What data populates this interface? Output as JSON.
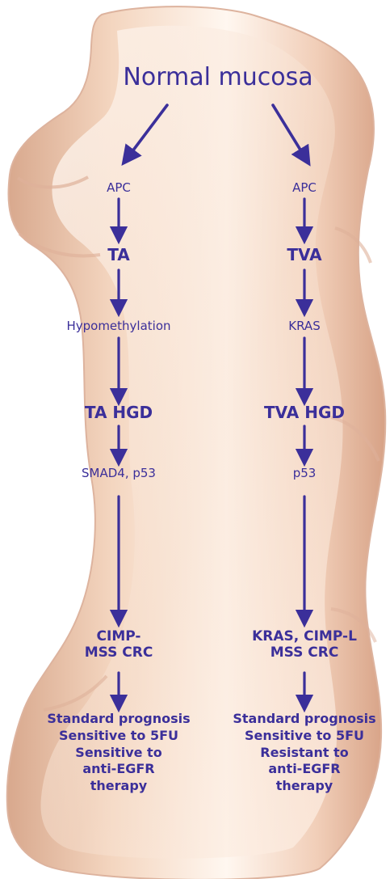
{
  "diagram": {
    "colors": {
      "tissue_base": "#f6dcc7",
      "tissue_highlight": "#fff6ee",
      "tissue_shadow": "#d8a88d",
      "arrow": "#3b2f9a"
    },
    "header_fragment": "",
    "title": "Normal mucosa",
    "left": {
      "step1": "APC",
      "stage1": "TA",
      "step2": "Hypomethylation",
      "stage2": "TA HGD",
      "step3": "SMAD4, p53",
      "stage3_line1": "CIMP-",
      "stage3_line2": "MSS CRC",
      "outcome1": "Standard prognosis",
      "outcome2": "Sensitive to 5FU",
      "outcome3": "Sensitive to",
      "outcome4": "anti-EGFR",
      "outcome5": "therapy"
    },
    "right": {
      "step1": "APC",
      "stage1": "TVA",
      "step2": "KRAS",
      "stage2": "TVA HGD",
      "step3": "p53",
      "stage3_line1": "KRAS, CIMP-L",
      "stage3_line2": "MSS  CRC",
      "outcome1": "Standard prognosis",
      "outcome2": "Sensitive to 5FU",
      "outcome3": "Resistant to",
      "outcome4": "anti-EGFR",
      "outcome5": "therapy"
    }
  }
}
